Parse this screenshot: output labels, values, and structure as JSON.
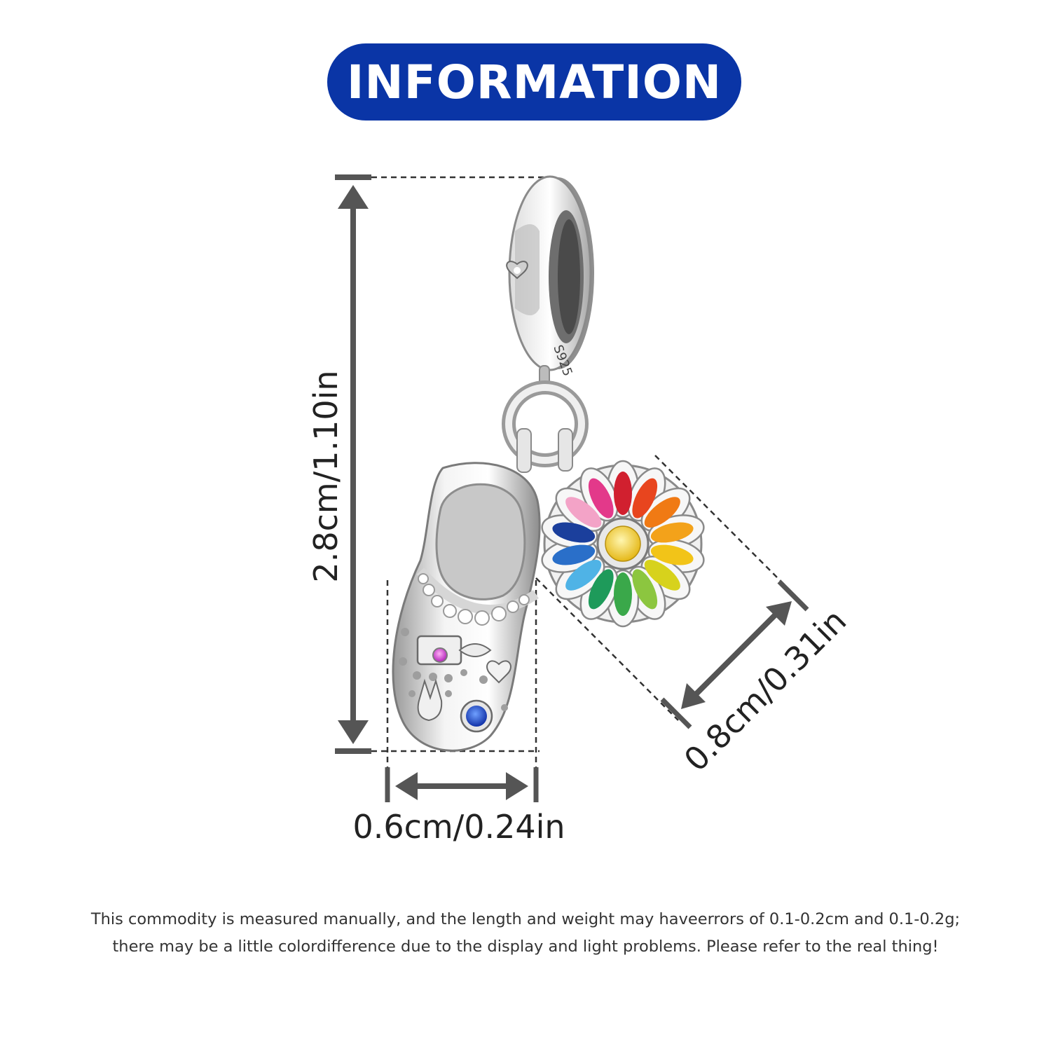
{
  "header": {
    "title": "INFORMATION"
  },
  "dimensions": {
    "height": "2.8cm/1.10in",
    "width": "0.6cm/0.24in",
    "flower": "0.8cm/0.31in"
  },
  "product": {
    "stamp": "S925"
  },
  "disclaimer": {
    "line1": "This commodity is measured manually, and the length and weight may haveerrors of 0.1-0.2cm and 0.1-0.2g;",
    "line2": "there may be a little colordifference due to the display and light problems. Please refer to the real thing!"
  },
  "colors": {
    "title_bg": "#0a35a6",
    "arrow": "#555555",
    "silver": "#d9d9d9",
    "petals": [
      "#d1202f",
      "#e8451e",
      "#f07a14",
      "#f3a21a",
      "#f2c418",
      "#d7d21c",
      "#8cc63f",
      "#3aa84a",
      "#1e9a5a",
      "#4fb3e6",
      "#2a6fc9",
      "#1b3f9c",
      "#f3a3c7",
      "#e3398a"
    ]
  }
}
